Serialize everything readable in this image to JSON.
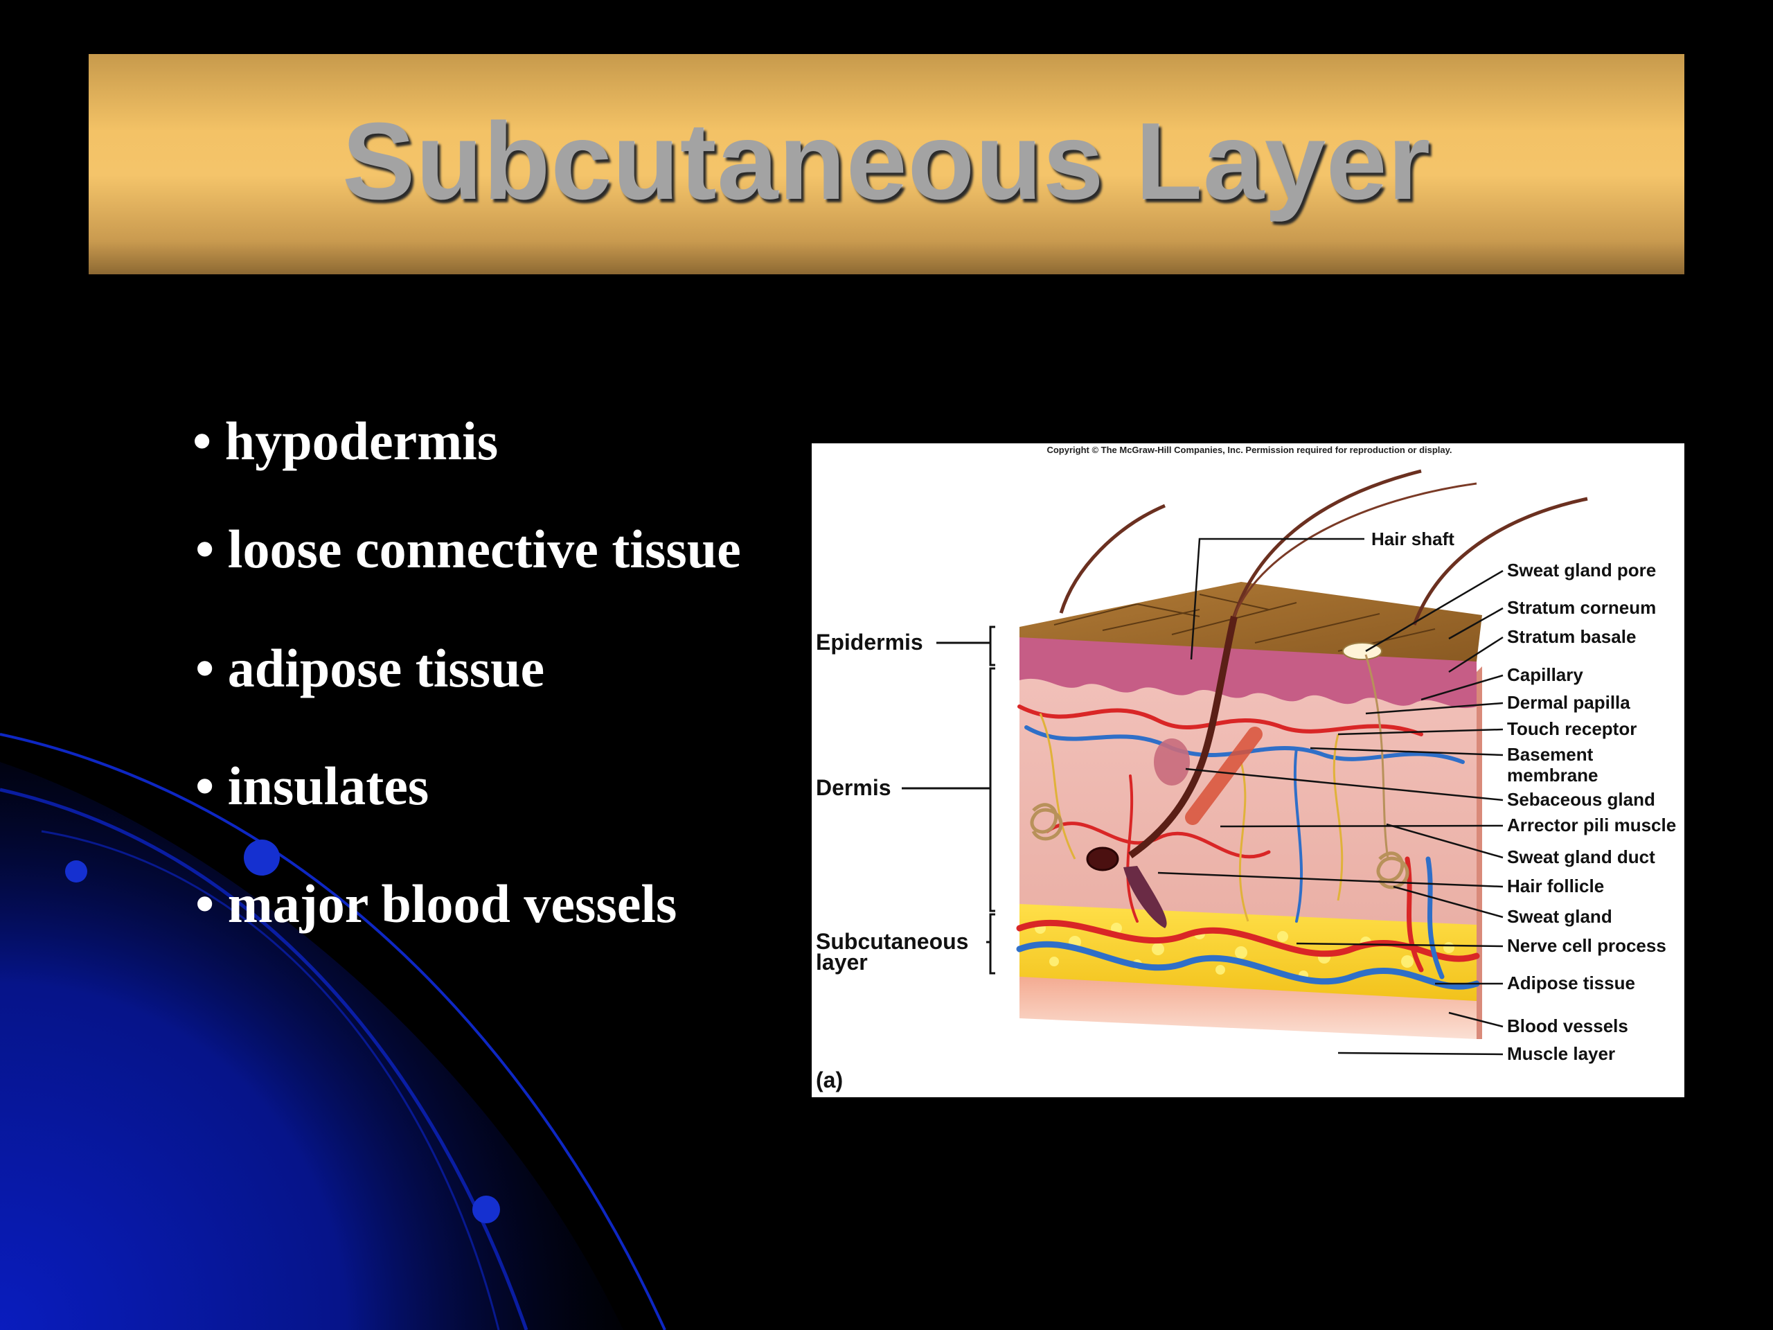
{
  "slide": {
    "title": "Subcutaneous Layer",
    "bullets": [
      "• hypodermis",
      "• loose connective tissue",
      "• adipose tissue",
      "• insulates",
      "• major blood vessels"
    ]
  },
  "figure": {
    "copyright": "Copyright © The McGraw-Hill Companies, Inc. Permission required for reproduction or display.",
    "panel_label": "(a)",
    "left_labels": {
      "epidermis": "Epidermis",
      "dermis": "Dermis",
      "subcutaneous_line1": "Subcutaneous",
      "subcutaneous_line2": "layer"
    },
    "right_labels": {
      "hair_shaft": "Hair shaft",
      "sweat_gland_pore": "Sweat gland pore",
      "stratum_corneum": "Stratum corneum",
      "stratum_basale": "Stratum basale",
      "capillary": "Capillary",
      "dermal_papilla": "Dermal papilla",
      "touch_receptor": "Touch receptor",
      "basement_membrane_line1": "Basement",
      "basement_membrane_line2": "membrane",
      "sebaceous_gland": "Sebaceous gland",
      "arrector_pili_muscle": "Arrector pili muscle",
      "sweat_gland_duct": "Sweat gland duct",
      "hair_follicle": "Hair follicle",
      "sweat_gland": "Sweat gland",
      "nerve_cell_process": "Nerve cell process",
      "adipose_tissue": "Adipose tissue",
      "blood_vessels": "Blood vessels",
      "muscle_layer": "Muscle layer"
    }
  },
  "colors": {
    "background": "#000000",
    "banner_gold": "#f4c46a",
    "title_gray": "#a3a3a3",
    "bullet_text": "#ffffff",
    "decor_blue": "#0a1fb0"
  }
}
